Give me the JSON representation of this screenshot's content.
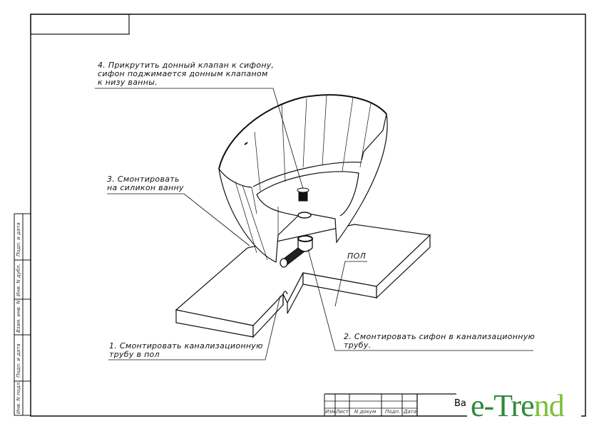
{
  "drawing": {
    "steps": [
      {
        "number": "4.",
        "lines": [
          "4. Прикрутить донный клапан к сифону,",
          "сифон поджимается донным клапаном",
          "к низу ванны."
        ]
      },
      {
        "number": "3.",
        "lines": [
          "3. Смонтировать",
          "на силикон ванну"
        ]
      },
      {
        "number": "1.",
        "lines": [
          "1.  Смонтировать канализационную",
          "трубу в пол"
        ]
      },
      {
        "number": "2.",
        "lines": [
          "2. Смонтировать сифон в канализационную",
          "трубу."
        ]
      }
    ],
    "floor_label": "ПОЛ"
  },
  "side_stamp": [
    "Подп. и дата",
    "Инв. N дубл.",
    "Взам. инв. N",
    "Подп. и дата",
    "Инв. N подл."
  ],
  "title_block": {
    "columns": [
      "Изм",
      "Лист",
      "N докум",
      "Подп.",
      "Дата"
    ],
    "title_partial": "Ba"
  },
  "logo": {
    "text_dark": "e-Tre",
    "text_light": "nd",
    "colors": {
      "dark": "#2f8a3a",
      "light": "#7cbf3a"
    }
  }
}
